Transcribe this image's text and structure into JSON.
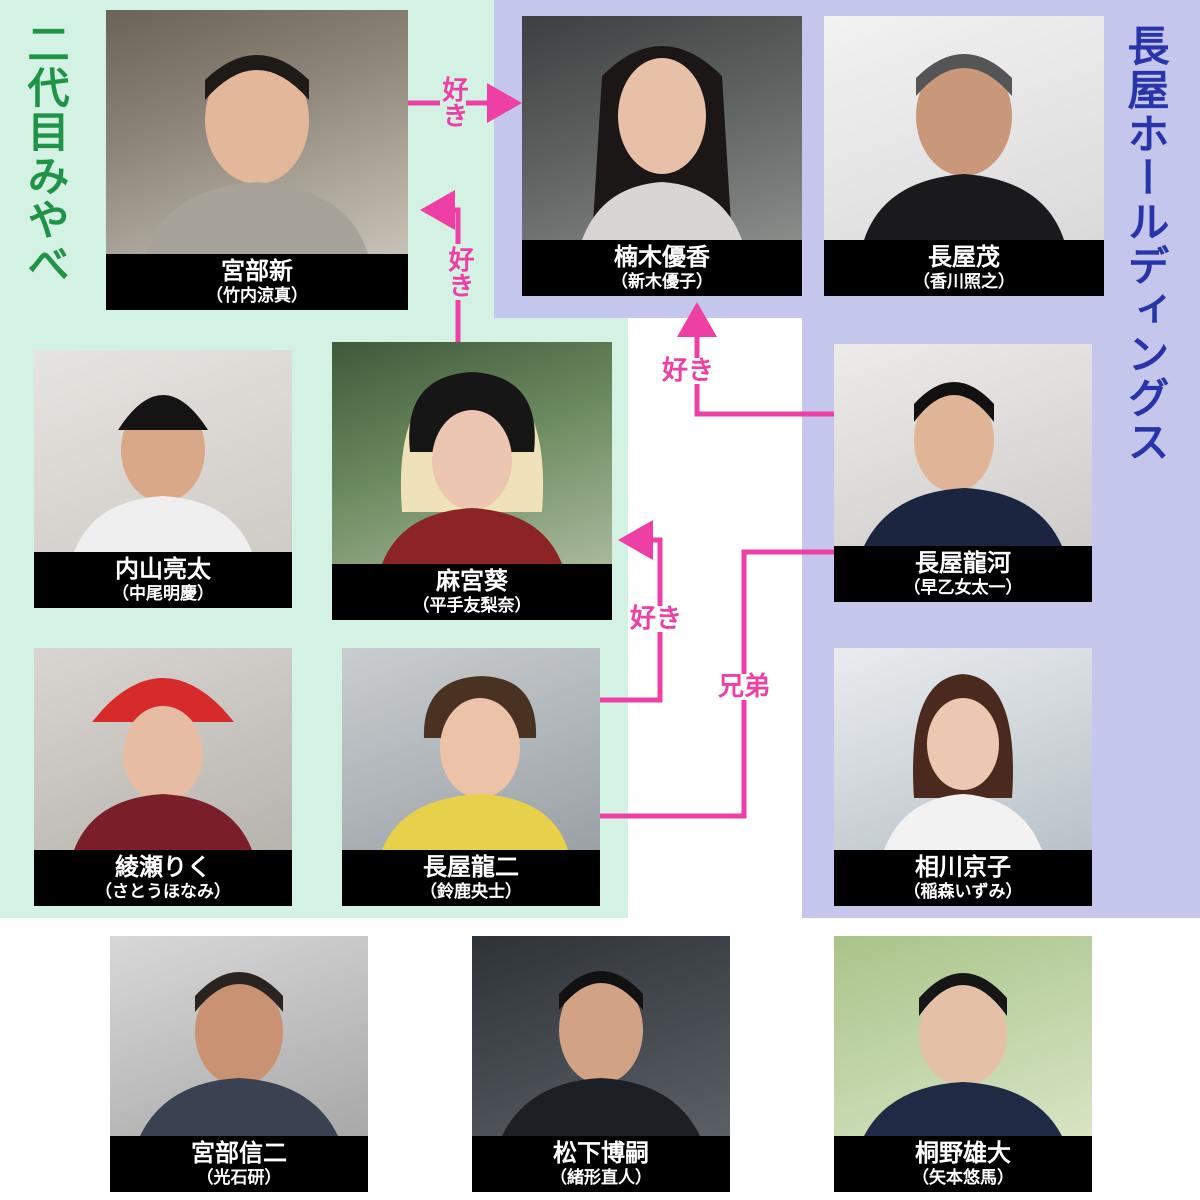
{
  "colors": {
    "miyabe_bg": "#d4f2e3",
    "nagaya_bg": "#c5c6ec",
    "miyabe_title": "#1f9346",
    "nagaya_title": "#2834a8",
    "relation": "#ee3fa4",
    "nameplate": "#000000"
  },
  "groups": {
    "miyabe": {
      "title": "二代目みやべ"
    },
    "nagaya": {
      "title": "長屋ホールディングス"
    }
  },
  "characters": {
    "miyabe_arata": {
      "role": "宮部新",
      "actor": "（竹内涼真）"
    },
    "kusunoki_yuka": {
      "role": "楠木優香",
      "actor": "（新木優子）"
    },
    "nagaya_shigeru": {
      "role": "長屋茂",
      "actor": "（香川照之）"
    },
    "uchiyama_ryota": {
      "role": "内山亮太",
      "actor": "（中尾明慶）"
    },
    "amamiya_aoi": {
      "role": "麻宮葵",
      "actor": "（平手友梨奈）"
    },
    "nagaya_ryuga": {
      "role": "長屋龍河",
      "actor": "（早乙女太一）"
    },
    "ayase_riku": {
      "role": "綾瀬りく",
      "actor": "（さとうほなみ）"
    },
    "nagaya_ryuji": {
      "role": "長屋龍二",
      "actor": "（鈴鹿央士）"
    },
    "aikawa_kyoko": {
      "role": "相川京子",
      "actor": "（稲森いずみ）"
    },
    "miyabe_shinji": {
      "role": "宮部信二",
      "actor": "（光石研）"
    },
    "matsushita_hirotsugu": {
      "role": "松下博嗣",
      "actor": "（緒形直人）"
    },
    "kirino_takehiro": {
      "role": "桐野雄大",
      "actor": "（矢本悠馬）"
    }
  },
  "relations": {
    "arata_to_yuka": "好き",
    "aoi_to_arata": "好き",
    "ryuga_to_yuka": "好き",
    "ryuji_to_aoi": "好き",
    "ryuga_ryuji": "兄弟"
  }
}
